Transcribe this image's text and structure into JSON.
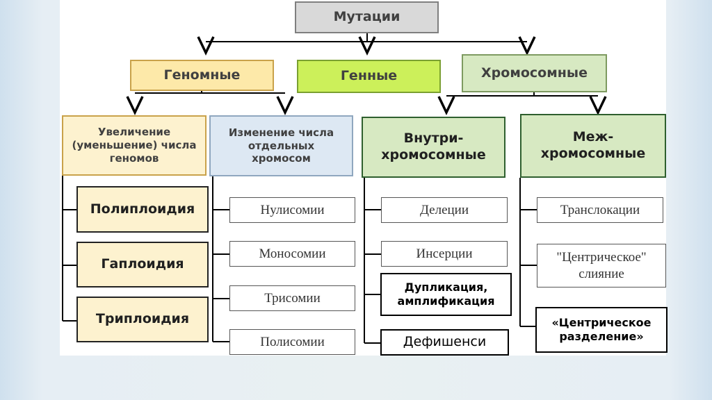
{
  "root": {
    "label": "Мутации"
  },
  "categories": [
    {
      "label": "Геномные"
    },
    {
      "label": "Генные"
    },
    {
      "label": "Хромосомные"
    }
  ],
  "genomic": {
    "sub1": "Увеличение (уменьшение) числа геномов",
    "sub2": "Изменение числа отдельных хромосом",
    "items": [
      "Полиплоидия",
      "Гаплоидия",
      "Триплоидия"
    ],
    "aneuploidy": [
      "Нулисомии",
      "Моносомии",
      "Трисомии",
      "Полисомии"
    ]
  },
  "chromosomal": {
    "intra": "Внутри-хромосомные",
    "inter": "Меж-хромосомные",
    "intra_items": [
      "Делеции",
      "Инсерции",
      "Дупликация, амплификация",
      "Дефишенси"
    ],
    "inter_items": [
      "Транслокации",
      "\"Центрическое\" слияние",
      "«Центрическое разделение»"
    ]
  },
  "colors": {
    "root_fill": "#d9d9d9",
    "genomic_fill": "#fde9a9",
    "genomic_light": "#fdf2cf",
    "genic_fill": "#ccf05a",
    "chromo_fill": "#d7e9c2",
    "blue_fill": "#dde8f3"
  }
}
